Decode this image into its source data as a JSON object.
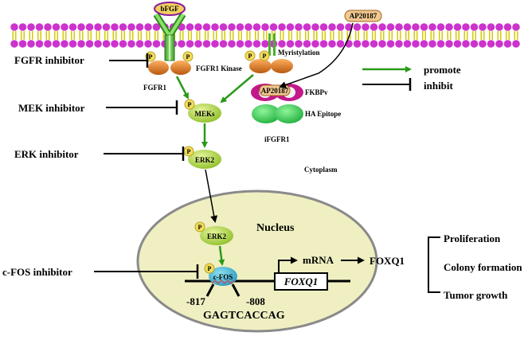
{
  "ligands": {
    "bfgf": "bFGF",
    "ap20187_top": "AP20187",
    "ap20187_bound": "AP20187"
  },
  "receptors": {
    "fgfr1": "FGFR1",
    "fgfr1_kinase": "FGFR1 Kinase",
    "myristylation": "Myristylation",
    "fkbpv": "FKBPv",
    "ha_epitope": "HA Epitope",
    "ifgfr1": "iFGFR1",
    "phospho": "P"
  },
  "cascade": {
    "meks": "MEKs",
    "erk2_cyto": "ERK2",
    "erk2_nuc": "ERK2",
    "cfos": "c-FOS"
  },
  "compartments": {
    "cytoplasm": "Cytoplasm",
    "nucleus": "Nucleus"
  },
  "inhibitors": {
    "fgfr": "FGFR inhibitor",
    "mek": "MEK inhibitor",
    "erk": "ERK  inhibitor",
    "cfos": "c-FOS inhibitor"
  },
  "legend": {
    "promote": "promote",
    "inhibit": "inhibit"
  },
  "dna": {
    "pos_left": "-817",
    "pos_right": "-808",
    "sequence": "GAGTCACCAG",
    "gene": "FOXQ1",
    "mrna": "mRNA"
  },
  "outputs": {
    "foxq1": "FOXQ1",
    "items": [
      "Proliferation",
      "Colony formation",
      "Tumor growth"
    ]
  },
  "colors": {
    "membrane_head": "#cc33cc",
    "membrane_tail": "#d4c800",
    "green_arrow": "#2a9a1a",
    "receptor_green": "#5cc23a",
    "kinase_orange": "#cc6d1a",
    "phospho_yellow": "#f3dc5a",
    "mek_green": "#b7dc46",
    "nucleus_fill": "#efefc2",
    "ha_green": "#3fcf5a",
    "fkbp_magenta": "#c2188a"
  }
}
